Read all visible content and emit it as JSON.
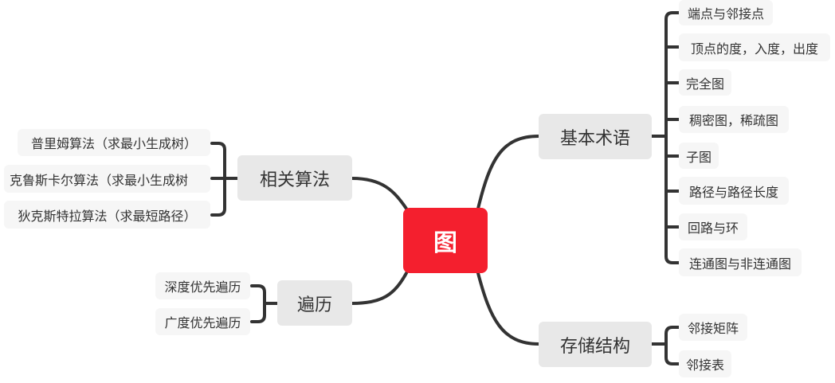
{
  "root": "图",
  "branches": {
    "terms": {
      "label": "基本术语",
      "items": [
        "端点与邻接点",
        "顶点的度，入度，出度",
        "完全图",
        "稠密图，稀疏图",
        "子图",
        "路径与路径长度",
        "回路与环",
        "连通图与非连通图"
      ]
    },
    "storage": {
      "label": "存储结构",
      "items": [
        "邻接矩阵",
        "邻接表"
      ]
    },
    "algorithms": {
      "label": "相关算法",
      "items": [
        "普里姆算法（求最小生成树）",
        "克鲁斯卡尔算法（求最小生成树",
        "狄克斯特拉算法（求最短路径）"
      ]
    },
    "traversal": {
      "label": "遍历",
      "items": [
        "深度优先遍历",
        "广度优先遍历"
      ]
    }
  },
  "colors": {
    "root": "#f41f2e",
    "line": "#333333"
  }
}
